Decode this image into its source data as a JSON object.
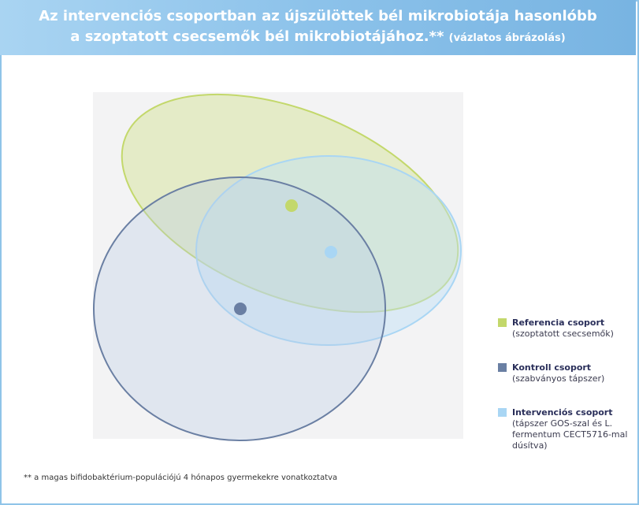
{
  "header": {
    "title_line1": "Az intervenciós csoportban az újszülöttek bél mikrobiotája hasonlóbb",
    "title_line2_main": "a szoptatott csecsemők bél mikrobiotájához.**",
    "title_line2_note": "(vázlatos ábrázolás)"
  },
  "colors": {
    "reference": "#c3d86b",
    "control": "#6a7fa3",
    "intervention": "#a9d6f4",
    "header_bg": "#8cc2ea"
  },
  "legend": [
    {
      "name": "Referencia csoport",
      "desc": "(szoptatott csecsemők)",
      "color": "#c3d86b"
    },
    {
      "name": "Kontroll csoport",
      "desc": "(szabványos tápszer)",
      "color": "#6a7fa3"
    },
    {
      "name": "Intervenciós csoport",
      "desc": "(tápszer GOS-szal és L. fermentum CECT5716-mal dúsítva)",
      "color": "#a9d6f4"
    }
  ],
  "footnote": "** a magas bifidobaktérium-populációjú 4 hónapos gyermekekre vonatkoztatva"
}
